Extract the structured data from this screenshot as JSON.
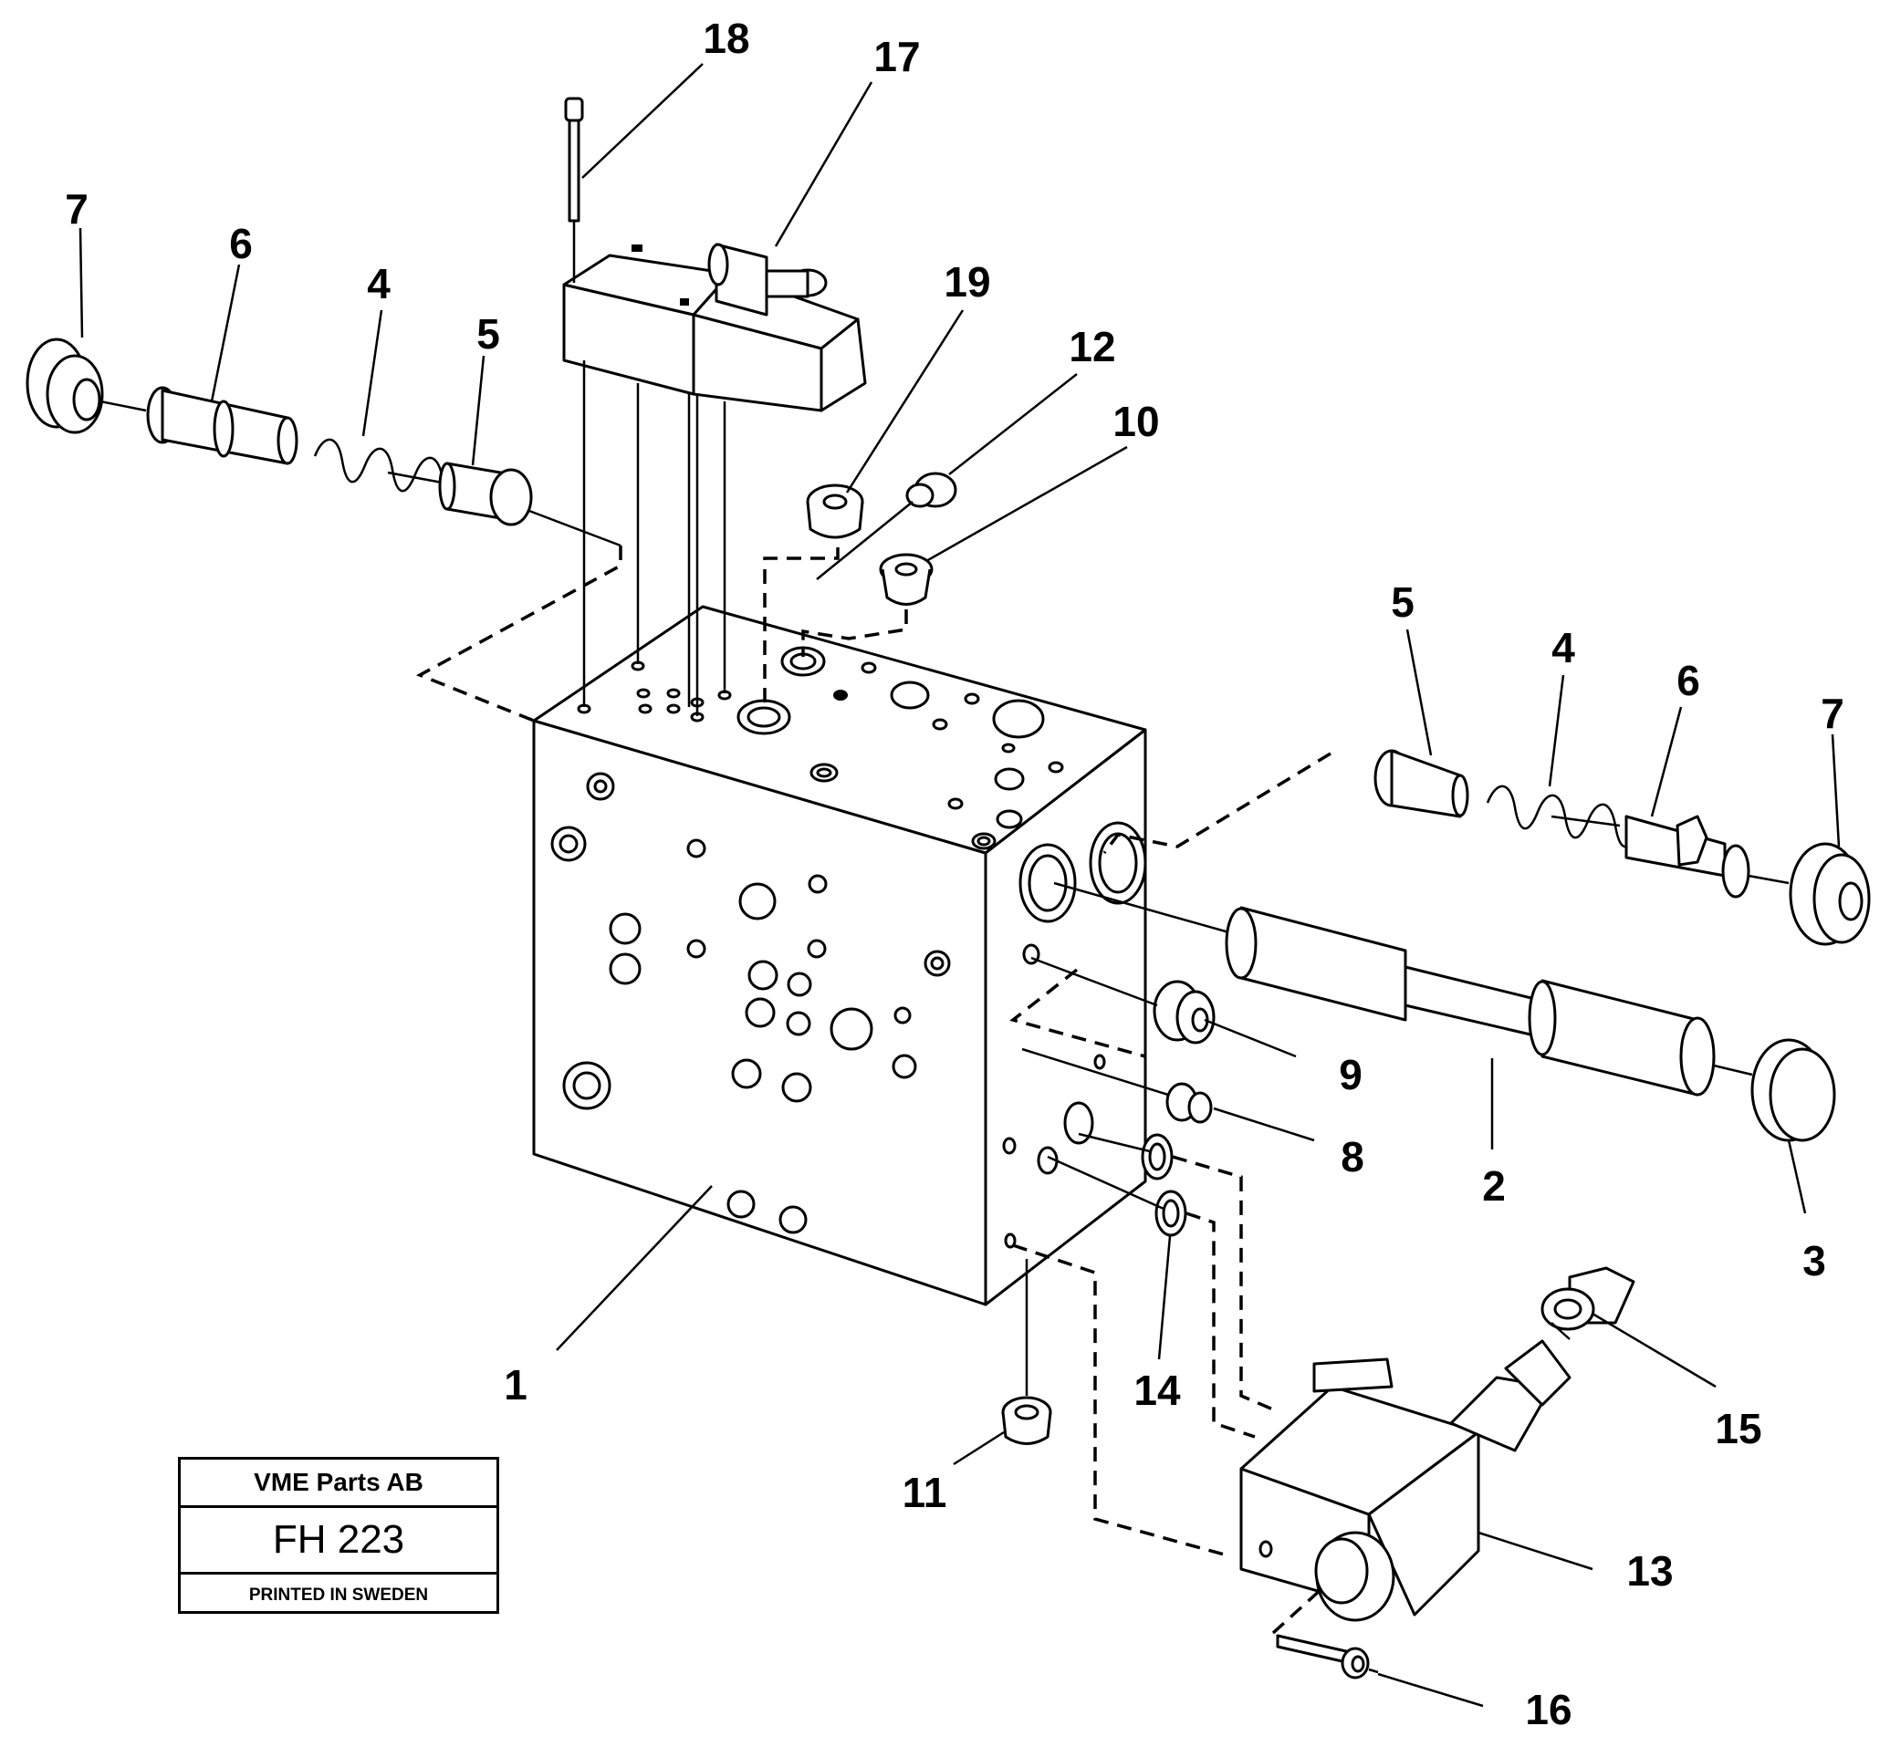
{
  "callouts": {
    "c1": "1",
    "c2": "2",
    "c3": "3",
    "c4a": "4",
    "c4b": "4",
    "c5a": "5",
    "c5b": "5",
    "c6a": "6",
    "c6b": "6",
    "c7a": "7",
    "c7b": "7",
    "c8": "8",
    "c9": "9",
    "c10": "10",
    "c11": "11",
    "c12": "12",
    "c13": "13",
    "c14": "14",
    "c15": "15",
    "c16": "16",
    "c17": "17",
    "c18": "18",
    "c19": "19"
  },
  "stamp": {
    "company": "VME Parts AB",
    "code": "FH 223",
    "printed": "PRINTED IN SWEDEN"
  }
}
